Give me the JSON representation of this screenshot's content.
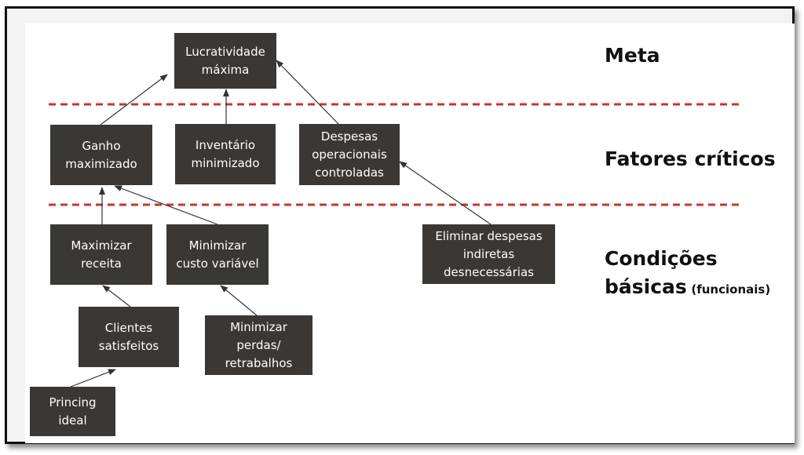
{
  "levels": {
    "meta": "Meta",
    "fatores": "Fatores críticos",
    "condicoes_line1": "Condições",
    "condicoes_line2": "básicas",
    "condicoes_suffix": "(funcionais)"
  },
  "nodes": {
    "lucratividade": "Lucratividade\nmáxima",
    "ganho": "Ganho\nmaximizado",
    "inventario": "Inventário\nminimizado",
    "despesas_operacionais": "Despesas\noperacionais\ncontroladas",
    "maximizar_receita": "Maximizar\nreceita",
    "minimizar_custo": "Minimizar\ncusto variável",
    "eliminar_despesas": "Eliminar despesas\nindiretas\ndesnecessárias",
    "clientes": "Clientes\nsatisfeitos",
    "minimizar_perdas": "Minimizar\nperdas/\nretrabalhos",
    "princing": "Princing\nideal"
  },
  "colors": {
    "node_fill": "#3b3735",
    "node_text": "#ffffff",
    "divider": "#c0392b",
    "arrow": "#333333"
  }
}
